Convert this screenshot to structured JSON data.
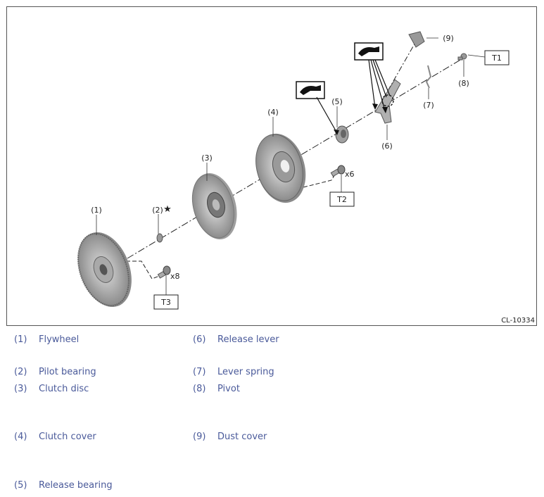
{
  "figure_code": "CL-10334",
  "callouts": [
    "(1)",
    "(2)",
    "(3)",
    "(4)",
    "(5)",
    "(6)",
    "(7)",
    "(8)",
    "(9)"
  ],
  "torque_labels": [
    "T1",
    "T2",
    "T3"
  ],
  "bolt_counts": [
    "x6",
    "x8"
  ],
  "star_glyph": "★",
  "legend": [
    {
      "num": "(1)",
      "label": "Flywheel"
    },
    {
      "num": "(2)",
      "label": "Pilot bearing"
    },
    {
      "num": "(3)",
      "label": "Clutch disc"
    },
    {
      "num": "(4)",
      "label": "Clutch cover"
    },
    {
      "num": "(5)",
      "label": "Release bearing"
    },
    {
      "num": "(6)",
      "label": "Release lever"
    },
    {
      "num": "(7)",
      "label": "Lever spring"
    },
    {
      "num": "(8)",
      "label": "Pivot"
    },
    {
      "num": "(9)",
      "label": "Dust cover"
    }
  ],
  "colors": {
    "part_fill": "#b8b8b8",
    "part_dark": "#6e6e6e",
    "legend_text": "#4a5a9a",
    "frame": "#555555"
  }
}
